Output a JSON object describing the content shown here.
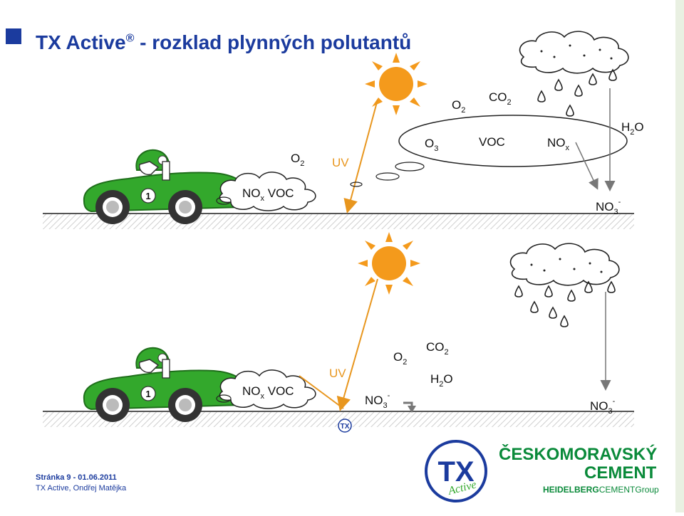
{
  "title": {
    "main": "TX Active",
    "reg": "®",
    "rest": " - rozklad plynných polutantů"
  },
  "top_scene": {
    "exhaust": {
      "nox": "NO",
      "nox_sub": "x",
      "voc": "VOC"
    },
    "o2": {
      "base": "O",
      "sub": "2"
    },
    "uv": "UV",
    "cloud_o2": {
      "base": "O",
      "sub": "2"
    },
    "cloud_co2": {
      "base": "CO",
      "sub": "2"
    },
    "cloud_o3": {
      "base": "O",
      "sub": "3"
    },
    "cloud_voc": "VOC",
    "cloud_nox": {
      "base": "NO",
      "sub": "x"
    },
    "h2o": {
      "base": "H",
      "sub": "2",
      "tail": "O"
    },
    "no3": {
      "base": "NO",
      "sub": "3",
      "sup": "-"
    }
  },
  "bottom_scene": {
    "exhaust": {
      "nox": "NO",
      "nox_sub": "x",
      "voc": "VOC"
    },
    "uv": "UV",
    "o2": {
      "base": "O",
      "sub": "2"
    },
    "co2": {
      "base": "CO",
      "sub": "2"
    },
    "h2o": {
      "base": "H",
      "sub": "2",
      "tail": "O"
    },
    "no3_left": {
      "base": "NO",
      "sub": "3",
      "sup": "-"
    },
    "no3_right": {
      "base": "NO",
      "sub": "3",
      "sup": "-"
    }
  },
  "car_number": "1",
  "footer": {
    "page": "Stránka 9 - 01.06.2011",
    "author": "TX Active, Ondřej Matějka"
  },
  "logos": {
    "tx_mark": "TX",
    "tx_script": "Active",
    "company_line1": "ČESKOMORAVSKÝ",
    "company_line2": "CEMENT",
    "group_a": "HEIDELBERG",
    "group_b": "CEMENT",
    "group_c": "Group"
  },
  "colors": {
    "title": "#1b3b9e",
    "car": "#33a82c",
    "sun": "#f49a1c",
    "uv_arrow": "#e8961e",
    "brand_green": "#0a8a3a"
  }
}
